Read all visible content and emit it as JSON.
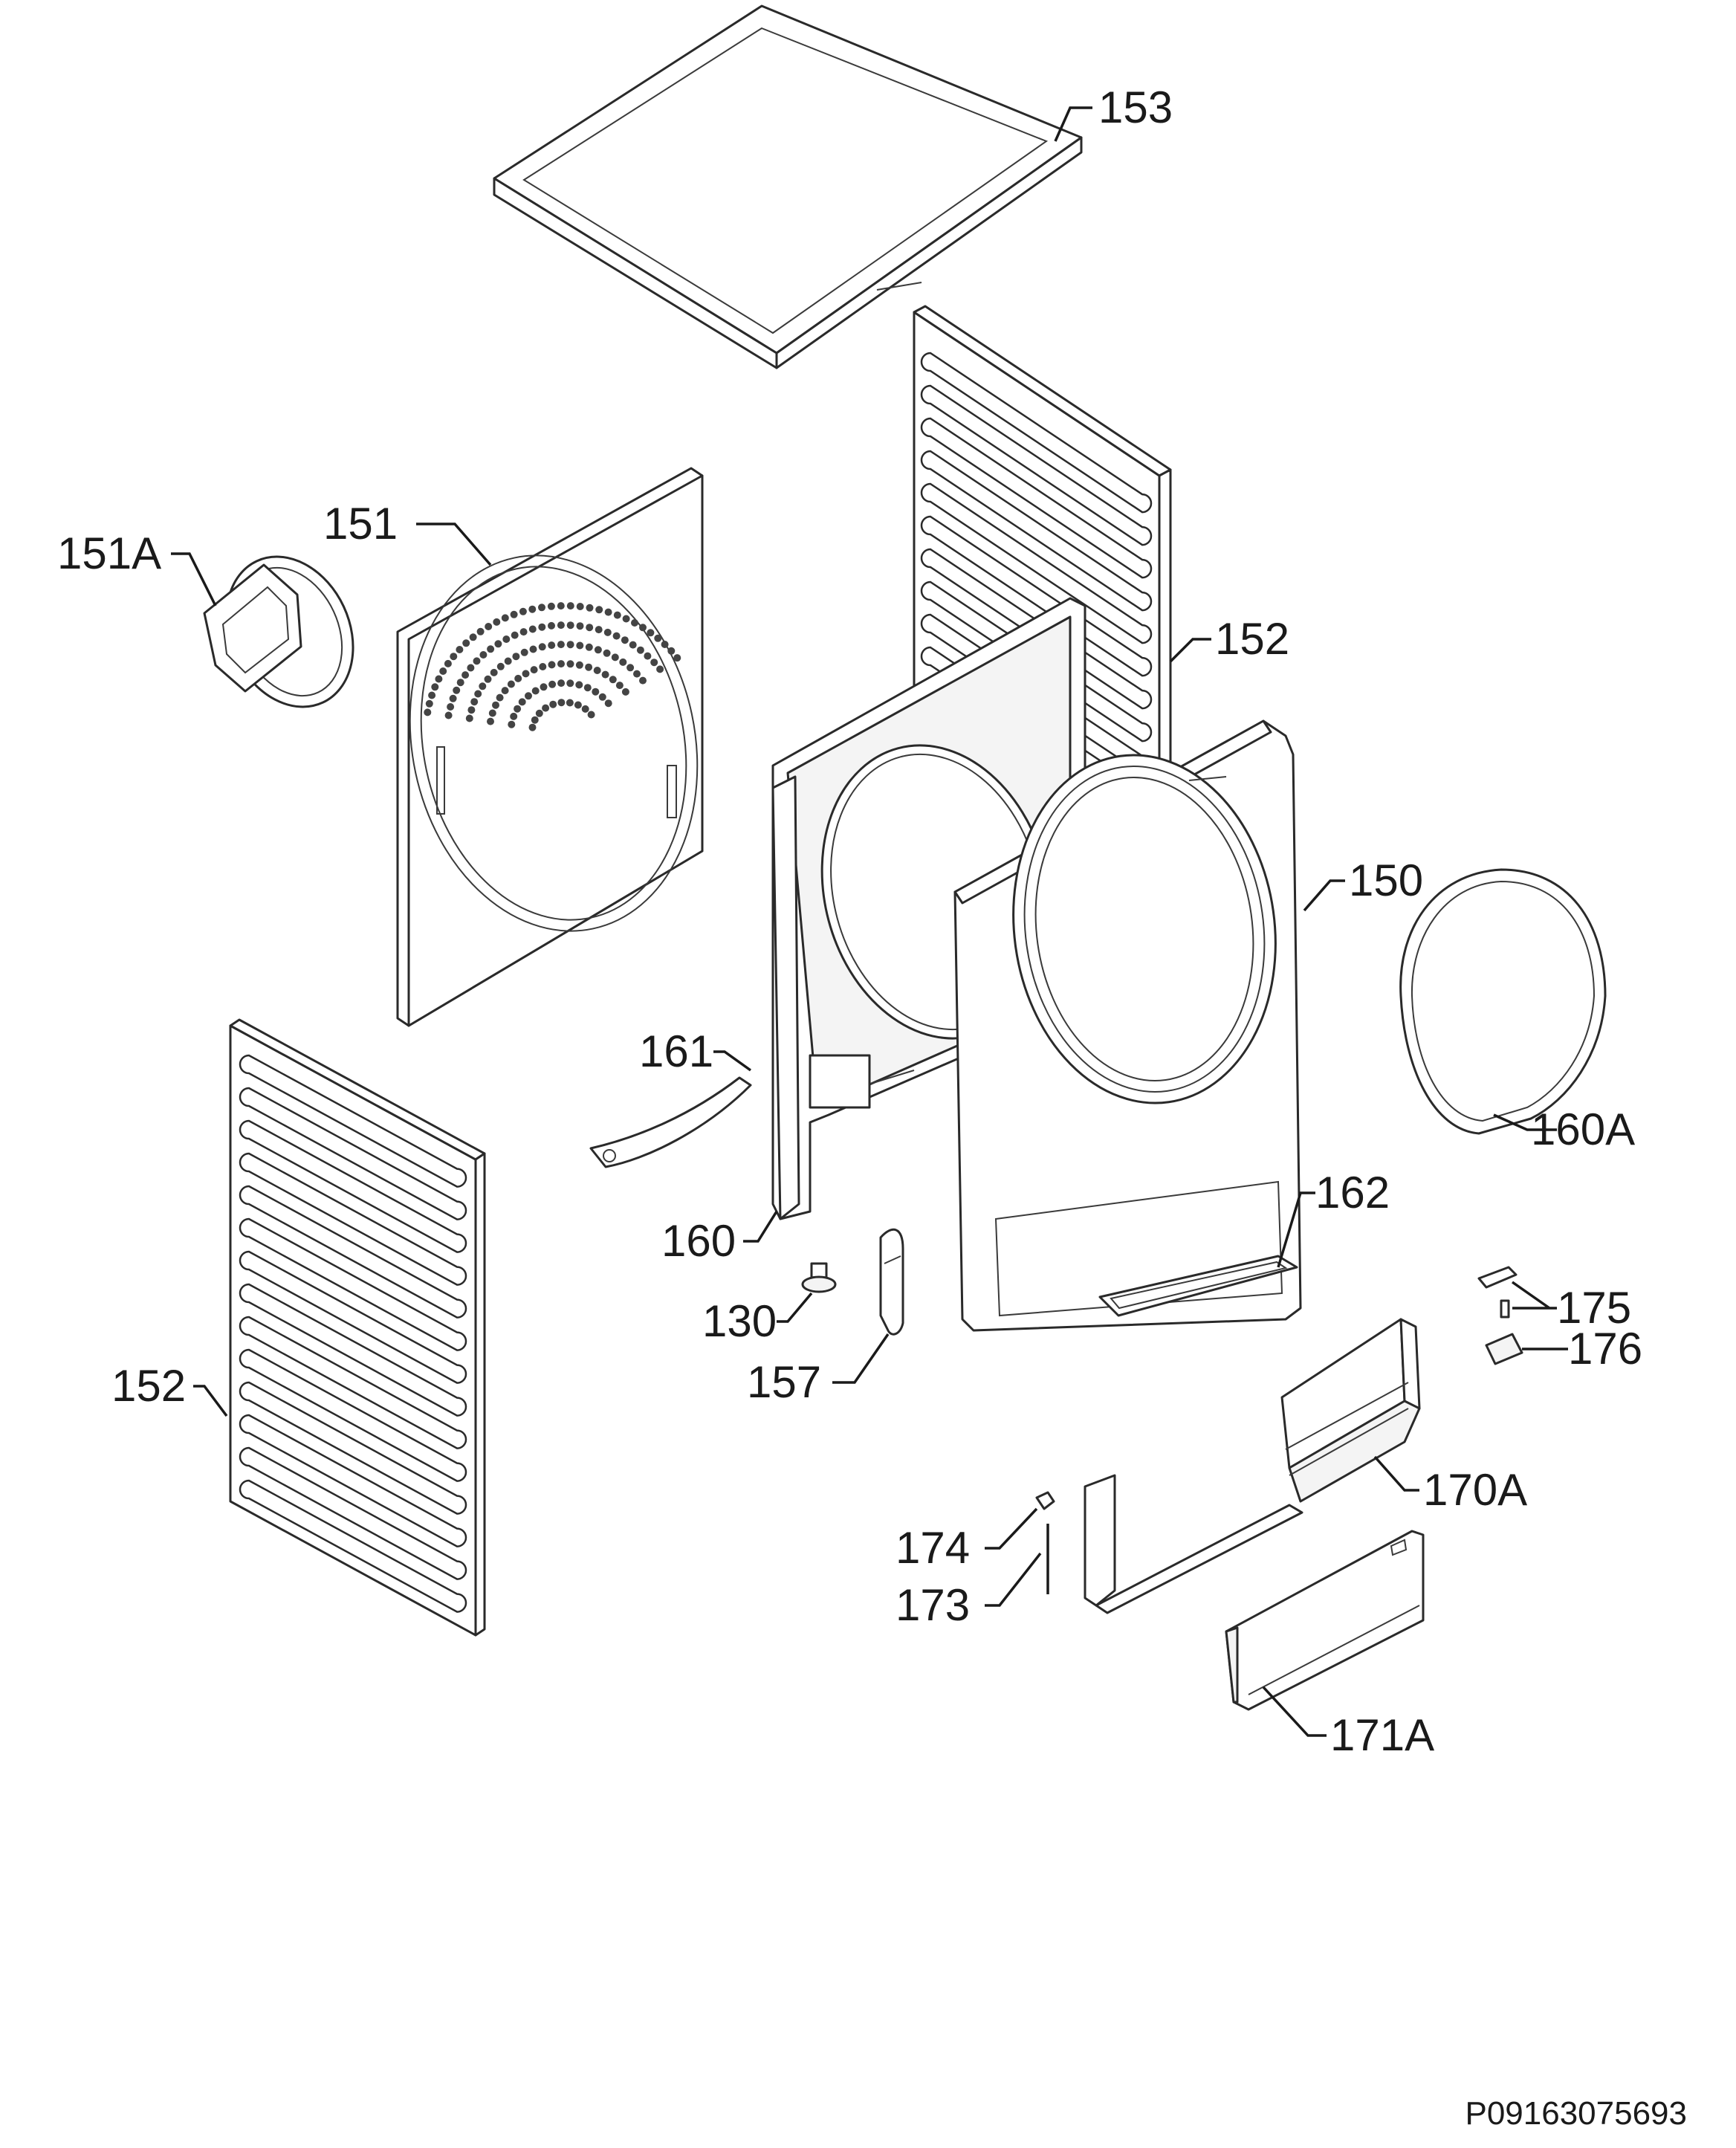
{
  "diagram": {
    "callouts": [
      {
        "id": "153",
        "text": "153"
      },
      {
        "id": "151a",
        "text": "151A"
      },
      {
        "id": "151",
        "text": "151"
      },
      {
        "id": "152-right",
        "text": "152"
      },
      {
        "id": "150",
        "text": "150"
      },
      {
        "id": "161",
        "text": "161"
      },
      {
        "id": "160a",
        "text": "160A"
      },
      {
        "id": "160",
        "text": "160"
      },
      {
        "id": "162",
        "text": "162"
      },
      {
        "id": "175",
        "text": "175"
      },
      {
        "id": "130",
        "text": "130"
      },
      {
        "id": "176",
        "text": "176"
      },
      {
        "id": "157",
        "text": "157"
      },
      {
        "id": "152-left",
        "text": "152"
      },
      {
        "id": "170a",
        "text": "170A"
      },
      {
        "id": "174",
        "text": "174"
      },
      {
        "id": "173",
        "text": "173"
      },
      {
        "id": "171a",
        "text": "171A"
      }
    ],
    "document_code": "P09163075693"
  }
}
